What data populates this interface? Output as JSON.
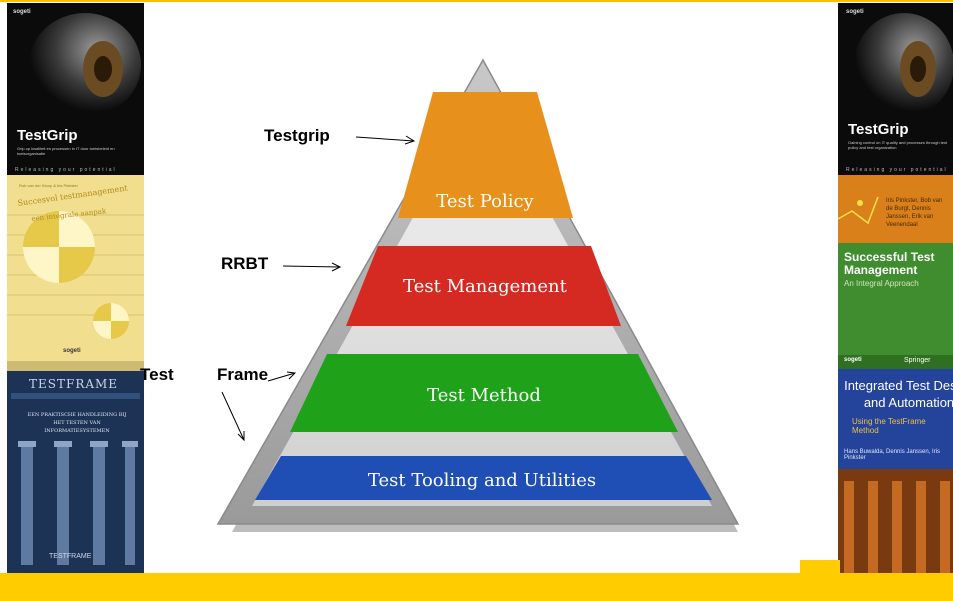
{
  "annotations": {
    "testgrip": "Testgrip",
    "rrbt": "RRBT",
    "test": "Test",
    "frame": "Frame"
  },
  "pyramid": {
    "layers": [
      {
        "label": "Test Policy",
        "color": "#e8901c"
      },
      {
        "label": "Test Management",
        "color": "#d42a22"
      },
      {
        "label": "Test Method",
        "color": "#1fa21a"
      },
      {
        "label": "Test Tooling and Utilities",
        "color": "#1f4fb5"
      }
    ]
  },
  "books": {
    "left": [
      {
        "brand": "sogeti",
        "title": "TestGrip",
        "subtitle": "Grip op kwaliteit en processen in IT door toetsbeleid en toetsorganisatie",
        "strip": "Releasing your potential"
      },
      {
        "authors": "Rob van der Kloop & Iris Pinkster",
        "title": "Succesvol testmanagement",
        "subtitle": "een integrale aanpak",
        "publisher": "sogeti"
      },
      {
        "title": "TESTFRAME",
        "subtitle": "EEN PRAKTISCHE HANDLEIDING BIJ HET TESTEN VAN INFORMATIESYSTEMEN",
        "publisher": "TESTFRAME"
      }
    ],
    "right": [
      {
        "brand": "sogeti",
        "title": "TestGrip",
        "subtitle": "Gaining control on IT quality and processes through test policy and test organization",
        "strip": "Releasing your potential"
      },
      {
        "authors": "Iris Pinkster, Bob van de Burgt, Dennis Janssen, Erik van Veenendaal",
        "title": "Successful Test Management",
        "subtitle": "An Integral Approach",
        "publisher": "sogeti",
        "publisher2": "Springer"
      },
      {
        "title": "Integrated Test Design and Automation",
        "subtitle": "Using the TestFrame Method",
        "authors": "Hans Buwalda, Dennis Janssen, Iris Pinkster"
      }
    ]
  },
  "colors": {
    "accent": "#ffcc00"
  }
}
